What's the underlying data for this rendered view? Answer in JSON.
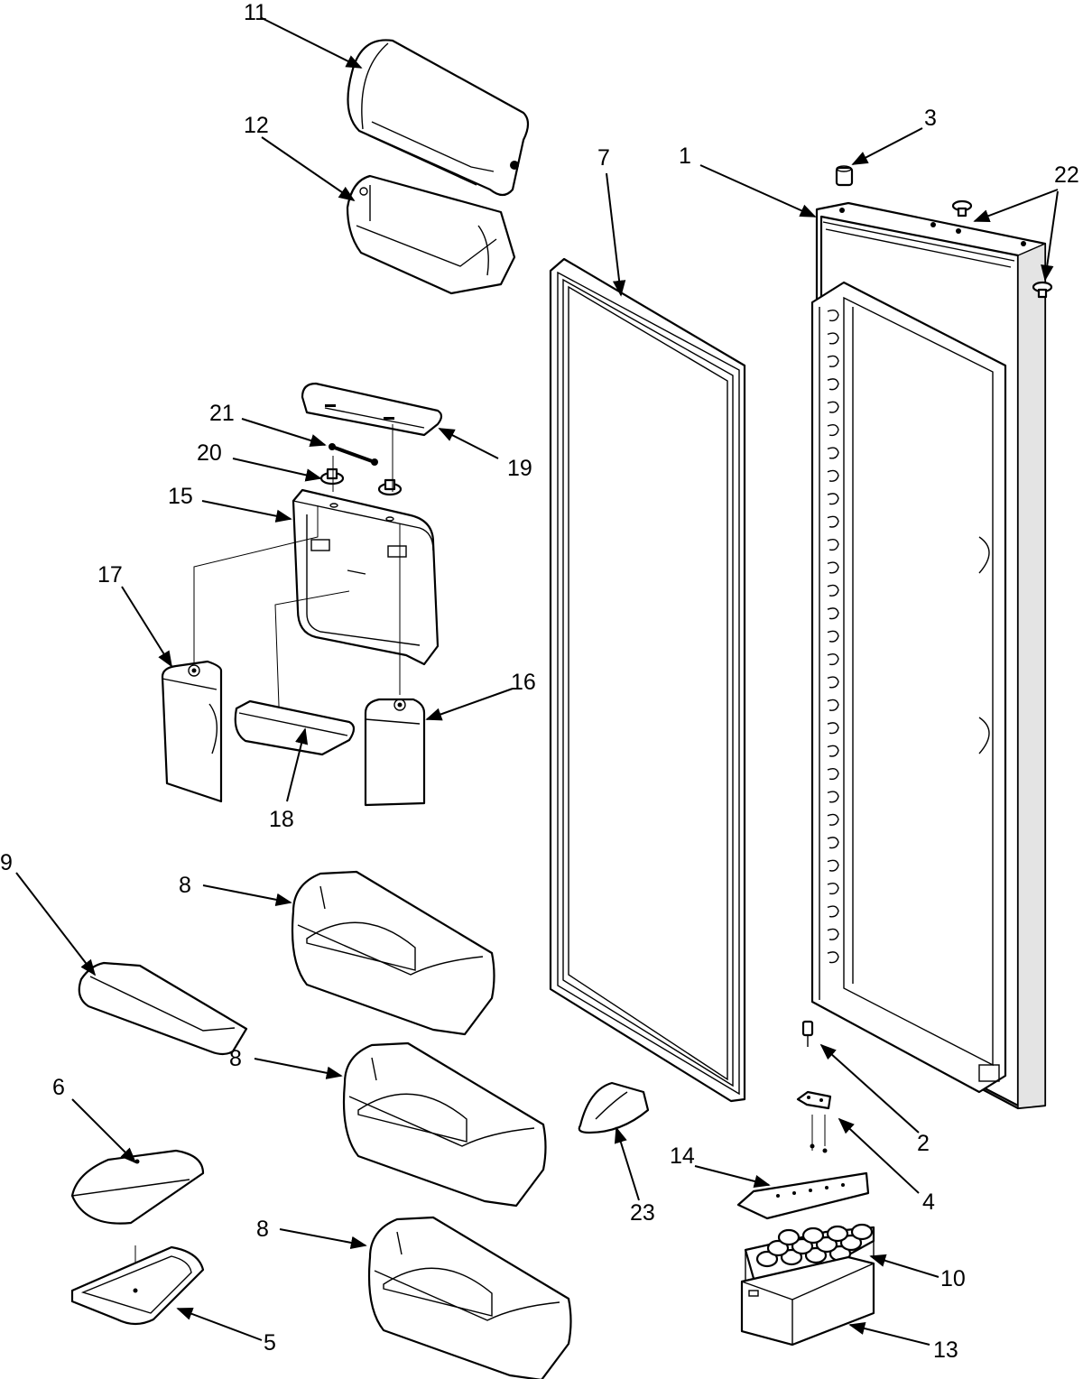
{
  "callouts": {
    "c1": "1",
    "c2": "2",
    "c3": "3",
    "c4": "4",
    "c5": "5",
    "c6": "6",
    "c7": "7",
    "c8a": "8",
    "c8b": "8",
    "c8c": "8",
    "c9": "9",
    "c10": "10",
    "c11": "11",
    "c12": "12",
    "c13": "13",
    "c14": "14",
    "c15": "15",
    "c16": "16",
    "c17": "17",
    "c18": "18",
    "c19": "19",
    "c20": "20",
    "c21": "21",
    "c22": "22",
    "c23": "23"
  }
}
